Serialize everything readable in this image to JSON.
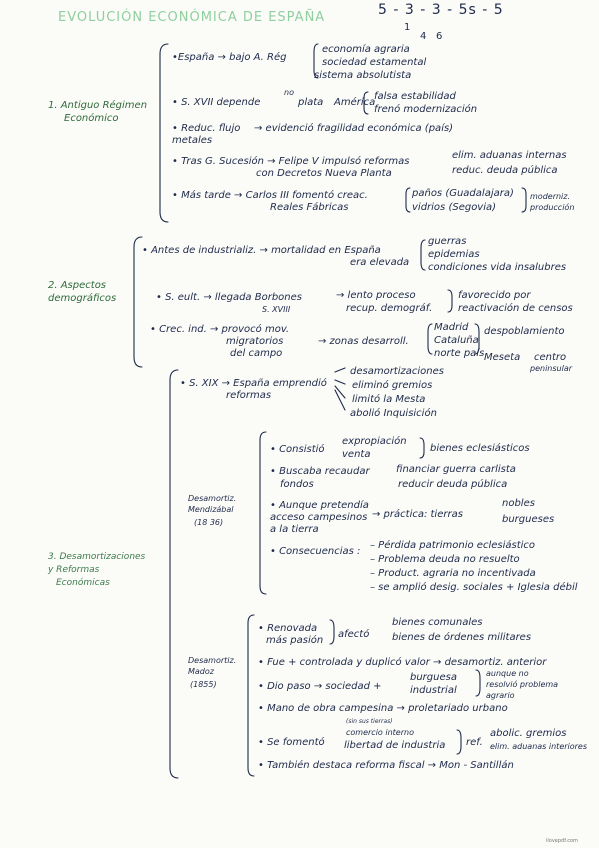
{
  "title": "Evolución económica de España",
  "code": {
    "top": "5 - 3 - 3 - 5s - 5",
    "sub1": "1",
    "sub2": "4",
    "sub3": "6"
  },
  "s1": {
    "label1": "1. Antiguo Régimen",
    "label2": "Económico",
    "r1a": "•España → bajo A. Rég",
    "r1b": "economía agraria",
    "r1c": "sociedad estamental",
    "r1d": "sistema absolutista",
    "r2a": "• S. XVII depende",
    "r2b": "no",
    "r2c": "plata",
    "r2d": "América",
    "r2e": "falsa estabilidad",
    "r2f": "frenó modernización",
    "r3a": "• Reduc. flujo",
    "r3b": "metales",
    "r3c": "→ evidenció fragilidad económica (país)",
    "r4a": "• Tras G. Sucesión → Felipe V impulsó reformas",
    "r4b": "con Decretos Nueva Planta",
    "r4c": "elim. aduanas internas",
    "r4d": "reduc. deuda pública",
    "r5a": "• Más tarde → Carlos III fomentó creac.",
    "r5b": "Reales Fábricas",
    "r5c": "paños (Guadalajara)",
    "r5d": "vidrios (Segovia)",
    "r5e": "moderniz.",
    "r5f": "producción"
  },
  "s2": {
    "label1": "2. Aspectos",
    "label2": "demográficos",
    "r1a": "• Antes de industrializ. → mortalidad en España",
    "r1b": "era elevada",
    "r1c": "guerras",
    "r1d": "epidemias",
    "r1e": "condiciones vida insalubres",
    "r2a": "• S. eult. → llegada Borbones",
    "r2b": "S. XVIII",
    "r2c": "→ lento proceso",
    "r2d": "recup. demográf.",
    "r2e": "favorecido por",
    "r2f": "reactivación de censos",
    "r3a": "• Crec. ind. → provocó mov.",
    "r3b": "migratorios",
    "r3c": "del campo",
    "r3d": "→ zonas desarroll.",
    "r3e": "Madrid",
    "r3f": "Cataluña",
    "r3g": "norte país",
    "r3h": "despoblamiento",
    "r3i": "Meseta",
    "r3j": "centro",
    "r3k": "peninsular"
  },
  "s3": {
    "label1": "3. Desamortizaciones",
    "label2": "y Reformas",
    "label3": "Económicas",
    "intro1": "• S. XIX → España emprendió",
    "intro2": "reformas",
    "intro3": "desamortizaciones",
    "intro4": "eliminó gremios",
    "intro5": "limitó la Mesta",
    "intro6": "abolió Inquisición",
    "mend1": "Desamortiz.",
    "mend2": "Mendizábal",
    "mend3": "(18 36)",
    "m1a": "• Consistió",
    "m1b": "expropiación",
    "m1c": "venta",
    "m1d": "bienes eclesiásticos",
    "m2a": "• Buscaba recaudar",
    "m2b": "fondos",
    "m2c": "financiar guerra carlista",
    "m2d": "reducir deuda pública",
    "m3a": "• Aunque pretendía",
    "m3b": "acceso campesinos",
    "m3c": "a la tierra",
    "m3d": "→ práctica: tierras",
    "m3e": "nobles",
    "m3f": "burgueses",
    "m4a": "• Consecuencias :",
    "m4b": "– Pérdida patrimonio eclesiástico",
    "m4c": "– Problema deuda no resuelto",
    "m4d": "– Product. agraria no incentivada",
    "m4e": "– se amplió desig. sociales + Iglesia débil",
    "mad1": "Desamortiz.",
    "mad2": "Madoz",
    "mad3": "(1855)",
    "d1a": "• Renovada",
    "d1b": "más pasión",
    "d1c": "afectó",
    "d1d": "bienes comunales",
    "d1e": "bienes de órdenes militares",
    "d2": "• Fue + controlada y duplicó valor → desamortiz. anterior",
    "d3a": "• Dio paso → sociedad +",
    "d3b": "burguesa",
    "d3c": "industrial",
    "d3d": "aunque no",
    "d3e": "resolvió problema",
    "d3f": "agrario",
    "d4a": "• Mano de obra campesina → proletariado urbano",
    "d4b": "(sin sus tierras)",
    "d5a": "• Se fomentó",
    "d5b": "comercio interno",
    "d5c": "libertad de industria",
    "d5d": "ref.",
    "d5e": "abolic. gremios",
    "d5f": "elim. aduanas interiores",
    "d6": "• También destaca reforma fiscal → Mon - Santillán"
  },
  "footer": "ilovepdf.com"
}
